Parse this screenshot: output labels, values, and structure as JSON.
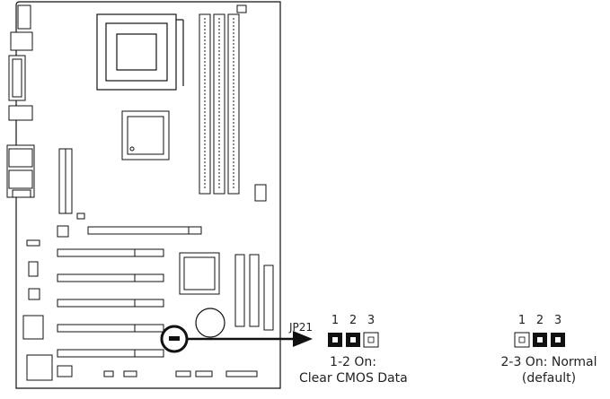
{
  "jumper": {
    "id": "JP21",
    "pins": [
      "1",
      "2",
      "3"
    ]
  },
  "settings": [
    {
      "line1": "1-2 On:",
      "line2": "Clear CMOS Data",
      "closed_pins": [
        1,
        2
      ]
    },
    {
      "line1": "2-3 On: Normal",
      "line2": "(default)",
      "closed_pins": [
        2,
        3
      ]
    }
  ]
}
